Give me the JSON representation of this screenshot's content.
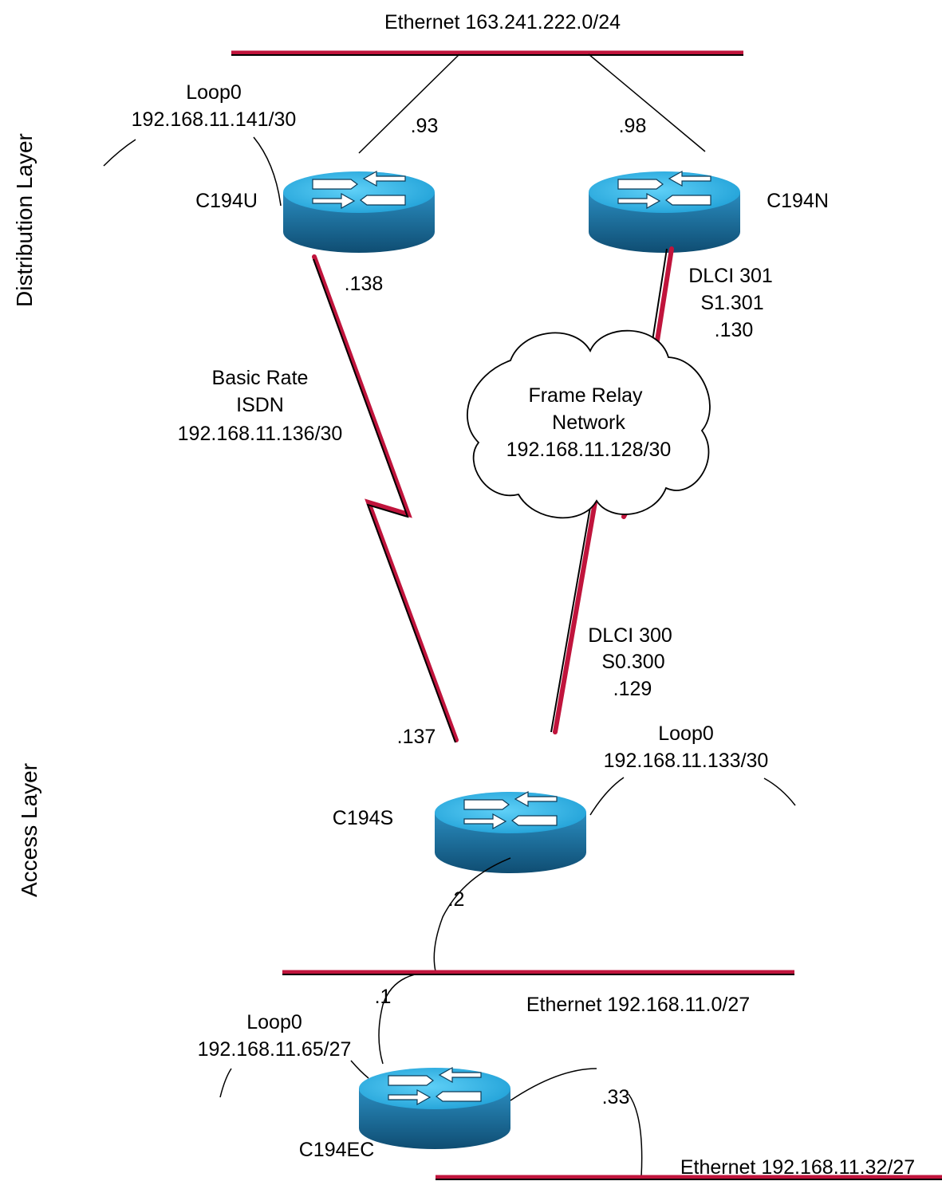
{
  "layers": {
    "distribution": "Distribution Layer",
    "access": "Access Layer"
  },
  "networks": {
    "top_ethernet": "Ethernet 163.241.222.0/24",
    "mid_ethernet": "Ethernet 192.168.11.0/27",
    "bottom_ethernet": "Ethernet 192.168.11.32/27"
  },
  "routers": {
    "c194u": {
      "name": "C194U",
      "loop_label": "Loop0",
      "loop_addr": "192.168.11.141/30",
      "eth_ip": ".93",
      "isdn_ip": ".138"
    },
    "c194n": {
      "name": "C194N",
      "eth_ip": ".98",
      "dlci": "DLCI 301",
      "subif": "S1.301",
      "fr_ip": ".130"
    },
    "c194s": {
      "name": "C194S",
      "loop_label": "Loop0",
      "loop_addr": "192.168.11.133/30",
      "isdn_ip": ".137",
      "dlci": "DLCI 300",
      "subif": "S0.300",
      "fr_ip": ".129",
      "eth_ip": ".2"
    },
    "c194ec": {
      "name": "C194EC",
      "loop_label": "Loop0",
      "loop_addr": "192.168.11.65/27",
      "eth_ip": ".1",
      "eth2_ip": ".33"
    }
  },
  "isdn": {
    "line1": "Basic Rate",
    "line2": "ISDN",
    "line3": "192.168.11.136/30"
  },
  "frame_relay": {
    "line1": "Frame Relay",
    "line2": "Network",
    "line3": "192.168.11.128/30"
  },
  "colors": {
    "router_top": "#2fb4e6",
    "router_side": "#1a6f9a",
    "link_red": "#c0143c"
  }
}
